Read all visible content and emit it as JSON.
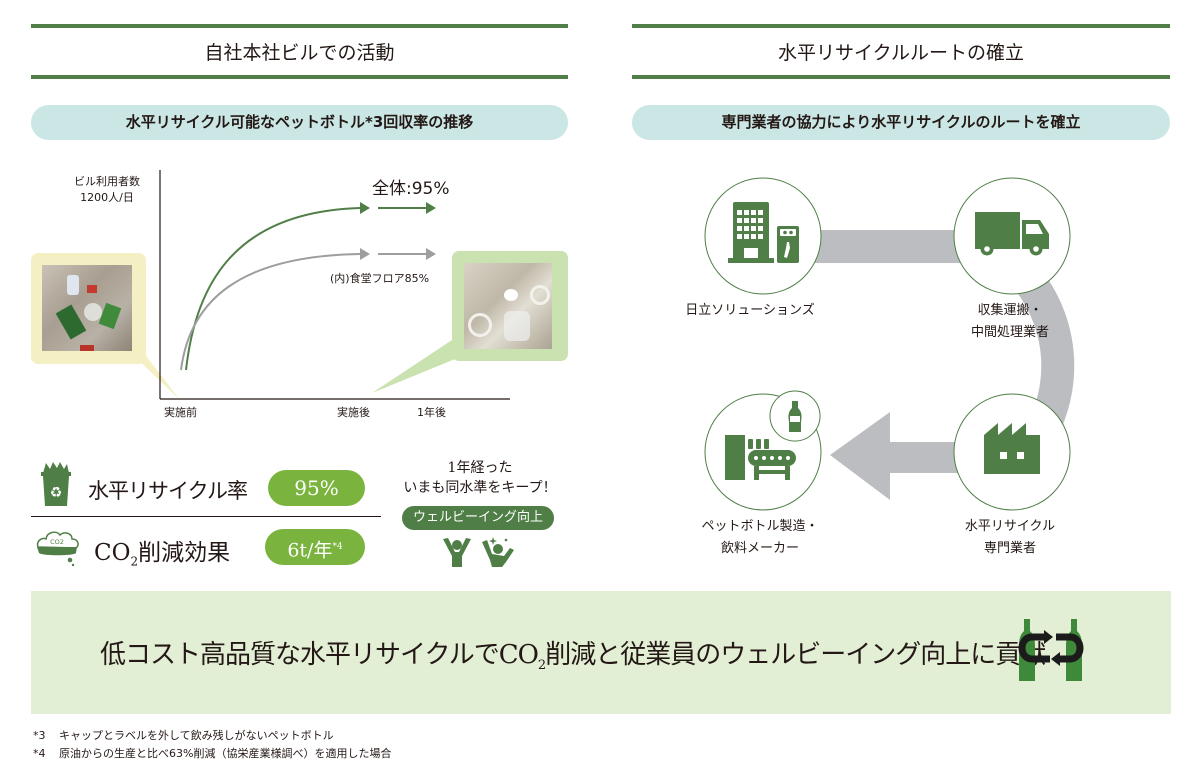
{
  "left_section": {
    "title": "自社本社ビルでの活動",
    "subtitle": "水平リサイクル可能なペットボトル*3回収率の推移",
    "chart": {
      "y_label_line1": "ビル利用者数",
      "y_label_line2": "1200人/日",
      "total_label": "全体:95%",
      "cafeteria_label": "(内)食堂フロア85%",
      "x_ticks": [
        "実施前",
        "実施後",
        "1年後"
      ]
    },
    "metrics": [
      {
        "label": "水平リサイクル率",
        "value": "95%"
      },
      {
        "label_main": "CO",
        "label_sub": "2",
        "label_rest": "削減効果",
        "value": "6t/年",
        "value_note": "*4",
        "icon_text": "CO2"
      }
    ],
    "keep_note": {
      "line1": "1年経った",
      "line2": "いまも同水準をキープ！",
      "badge": "ウェルビーイング向上"
    }
  },
  "right_section": {
    "title": "水平リサイクルルートの確立",
    "subtitle": "専門業者の協力により水平リサイクルのルートを確立",
    "nodes": [
      {
        "label_line1": "日立ソリューションズ",
        "label_line2": ""
      },
      {
        "label_line1": "収集運搬・",
        "label_line2": "中間処理業者"
      },
      {
        "label_line1": "水平リサイクル",
        "label_line2": "専門業者"
      },
      {
        "label_line1": "ペットボトル製造・",
        "label_line2": "飲料メーカー"
      }
    ]
  },
  "banner": {
    "text_a": "低コスト高品質な水平リサイクルでCO",
    "text_sub": "2",
    "text_b": "削減と従業員のウェルビーイング向上に貢献"
  },
  "footnotes": [
    {
      "mark": "*3",
      "text": "キャップとラベルを外して飲み残しがないペットボトル"
    },
    {
      "mark": "*4",
      "text": "原油からの生産と比べ63%削減（協栄産業様調べ）を適用した場合"
    }
  ],
  "colors": {
    "dark_green": "#4f7f46",
    "light_green": "#7ab43e",
    "teal_pill": "#cbe7e5",
    "gray_route": "#bcbdc0",
    "banner_bg": "#e3efd5",
    "yellow_box": "#f5f0c4",
    "green_box": "#c9e2b0"
  }
}
